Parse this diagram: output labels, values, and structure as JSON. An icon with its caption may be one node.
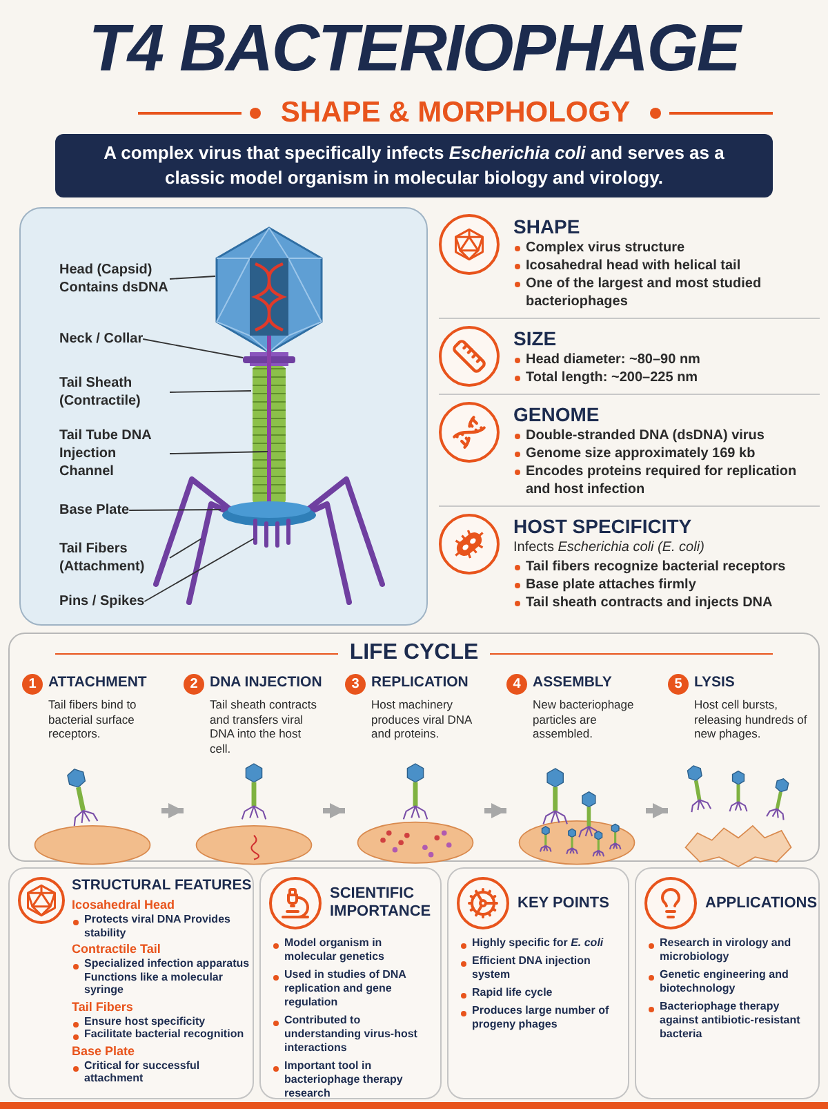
{
  "diagram": {
    "title": "T4 BACTERIOPHAGE",
    "nodes": [
      {
        "text": [
          "A complex virus that specifically infects *Escherichia coli* and serves as a classic model organism in molecular biology and virology."
        ]
      },
      {
        "text": [],
        "shape": "box"
      },
      {
        "text": [
          "Head (Capsid) Contains dsDNA"
        ],
        "in": 1
      },
      {
        "text": [
          "Neck / Collar"
        ],
        "in": 1
      },
      {
        "text": [
          "Tail Sheath (Contractile)"
        ],
        "in": 1
      },
      {
        "text": [
          "Tail Tube DNA Injection Channel"
        ],
        "in": 1
      },
      {
        "text": [
          "Base Plate"
        ],
        "in": 1
      },
      {
        "text": [
          "Tail Fibers (Attachment)"
        ],
        "in": 1
      },
      {
        "text": [
          "Pins / Spikes"
        ],
        "in": 1
      },
      {
        "text": [
          "LIFE CYCLE"
        ]
      },
      {
        "text": [
          "1",
          "ATTACHMENT",
          "Tail fibers bind to bacterial surface receptors."
        ],
        "in": 9
      },
      {
        "text": [
          "2",
          "DNA INJECTION",
          "Tail sheath contracts and transfers viral DNA into the host cell."
        ],
        "in": 9
      },
      {
        "text": [
          "3",
          "REPLICATION",
          "Host machinery produces viral DNA and proteins."
        ],
        "in": 9
      },
      {
        "text": [
          "4",
          "ASSEMBLY",
          "New bacteriophage particles are assembled."
        ],
        "in": 9
      },
      {
        "text": [
          "5",
          "LYSIS",
          "Host cell bursts, releasing hundreds of new phages."
        ],
        "in": 9
      },
      {
        "text": [
          "STRUCTURAL FEATURES",
          "Icosahedral Head",
          "Protects viral DNA Provides stability",
          "Contractile Tail",
          "Specialized infection apparatus Functions like a molecular syringe",
          "Tail Fibers",
          "Ensure host specificity",
          "Facilitate bacterial recognition",
          "Base Plate",
          "Critical for successful attachment"
        ]
      },
      {
        "text": [
          "SCIENTIFIC IMPORTANCE",
          "Model organism in molecular genetics",
          "Used in studies of DNA replication and gene regulation",
          "Contributed to understanding virus-host interactions",
          "Important tool in bacteriophage therapy research"
        ]
      },
      {
        "text": [
          "KEY POINTS",
          "Highly specific for *E. coli*",
          "Efficient DNA injection system",
          "Rapid life cycle",
          "Produces large number of progeny phages"
        ]
      },
      {
        "text": [
          "APPLICATIONS",
          "Research in virology and microbiology",
          "Genetic engineering and biotechnology",
          "Bacteriophage therapy against antibiotic-resistant bacteria"
        ]
      }
    ],
    "edges": [
      {
        "from": 2,
        "to": null,
        "arrow": "none"
      },
      {
        "from": 3,
        "to": null,
        "arrow": "none"
      },
      {
        "from": 4,
        "to": null,
        "arrow": "none"
      },
      {
        "from": 5,
        "to": null,
        "arrow": "none"
      },
      {
        "from": 6,
        "to": null,
        "arrow": "none"
      },
      {
        "from": 7,
        "to": null,
        "arrow": "none"
      },
      {
        "from": 8,
        "to": null,
        "arrow": "none"
      },
      {
        "from": 10,
        "to": 11,
        "arrow": "to",
        "style": "thick",
        "color": "#a8a8a8"
      },
      {
        "from": 11,
        "to": 12,
        "arrow": "to",
        "style": "thick",
        "color": "#a8a8a8"
      },
      {
        "from": 12,
        "to": 13,
        "arrow": "to",
        "style": "thick",
        "color": "#a8a8a8"
      },
      {
        "from": 13,
        "to": 14,
        "arrow": "to",
        "style": "thick",
        "color": "#a8a8a8"
      }
    ],
    "labels": [
      "SHAPE & MORPHOLOGY",
      "SHAPE",
      "Complex virus structure",
      "Icosahedral head with helical tail",
      "One of the largest and most studied bacteriophages",
      "SIZE",
      "Head diameter: ~80–90 nm",
      "Total length: ~200–225 nm",
      "GENOME",
      "Double-stranded DNA (dsDNA) virus",
      "Genome size approximately 169 kb",
      "Encodes proteins required for replication and host infection",
      "HOST SPECIFICITY",
      "Infects *Escherichia coli (E. coli)*",
      "Tail fibers recognize bacterial receptors",
      "Base plate attaches firmly",
      "Tail sheath contracts and injects DNA"
    ]
  }
}
